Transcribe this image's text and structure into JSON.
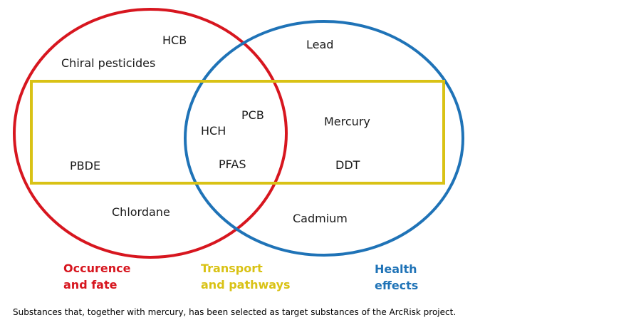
{
  "colors": {
    "occurrence": "#d7161f",
    "health": "#1f73b7",
    "transport": "#d9c215",
    "text": "#1a1a1a"
  },
  "substances": {
    "hcb": "HCB",
    "chiral_pesticides": "Chiral pesticides",
    "lead": "Lead",
    "pcb": "PCB",
    "hch": "HCH",
    "mercury": "Mercury",
    "pbde": "PBDE",
    "pfas": "PFAS",
    "ddt": "DDT",
    "chlordane": "Chlordane",
    "cadmium": "Cadmium"
  },
  "legend": {
    "occurrence": [
      "Occurence",
      "and fate"
    ],
    "transport": [
      "Transport",
      "and pathways"
    ],
    "health": [
      "Health",
      "effects"
    ]
  },
  "caption": "Substances that, together with mercury, has been selected as target substances of the ArcRisk project."
}
